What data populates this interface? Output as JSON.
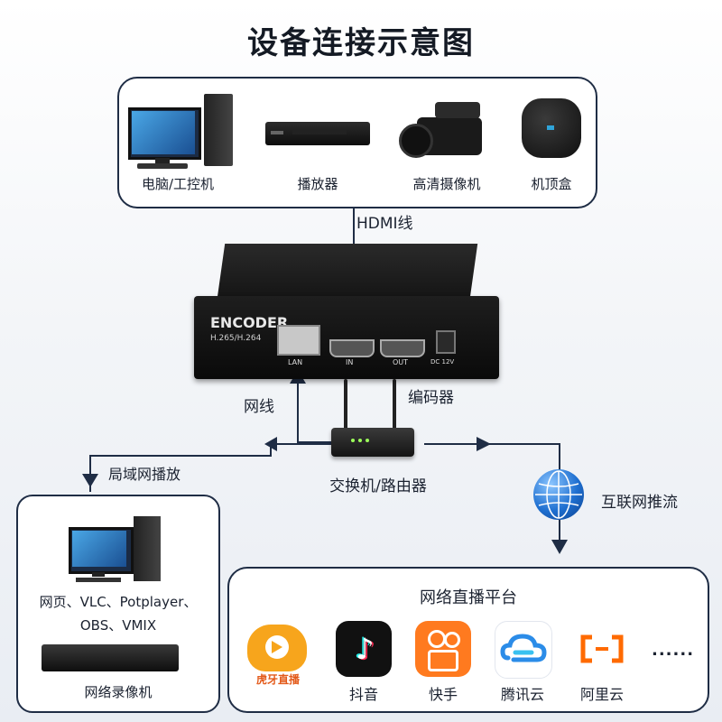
{
  "title": "设备连接示意图",
  "sources": {
    "items": [
      {
        "label": "电脑/工控机",
        "icon": "desktop-computer-icon"
      },
      {
        "label": "播放器",
        "icon": "media-player-icon"
      },
      {
        "label": "高清摄像机",
        "icon": "video-camera-icon"
      },
      {
        "label": "机顶盒",
        "icon": "set-top-box-icon"
      }
    ]
  },
  "connections": {
    "hdmi": "HDMI线",
    "network": "网线",
    "lan_play": "局域网播放",
    "internet_push": "互联网推流"
  },
  "encoder": {
    "caption": "编码器",
    "brand": "ENCODER",
    "codec": "H.265/H.264",
    "ports": {
      "lan": "LAN",
      "in": "IN",
      "out": "OUT",
      "dc": "DC 12V"
    }
  },
  "router": {
    "label": "交换机/路由器"
  },
  "lan_box": {
    "players": "网页、VLC、Potplayer、",
    "players2": "OBS、VMIX",
    "nvr": "网络录像机"
  },
  "platforms": {
    "title": "网络直播平台",
    "items": [
      {
        "label": "虎牙直播",
        "icon": "huya-icon"
      },
      {
        "label": "抖音",
        "icon": "douyin-icon"
      },
      {
        "label": "快手",
        "icon": "kuaishou-icon"
      },
      {
        "label": "腾讯云",
        "icon": "tencent-cloud-icon"
      },
      {
        "label": "阿里云",
        "icon": "aliyun-icon"
      }
    ],
    "more": "......"
  },
  "colors": {
    "line": "#1f2d45",
    "arrow": "#1f2d45",
    "accent_globe": "#1e6fd0"
  }
}
